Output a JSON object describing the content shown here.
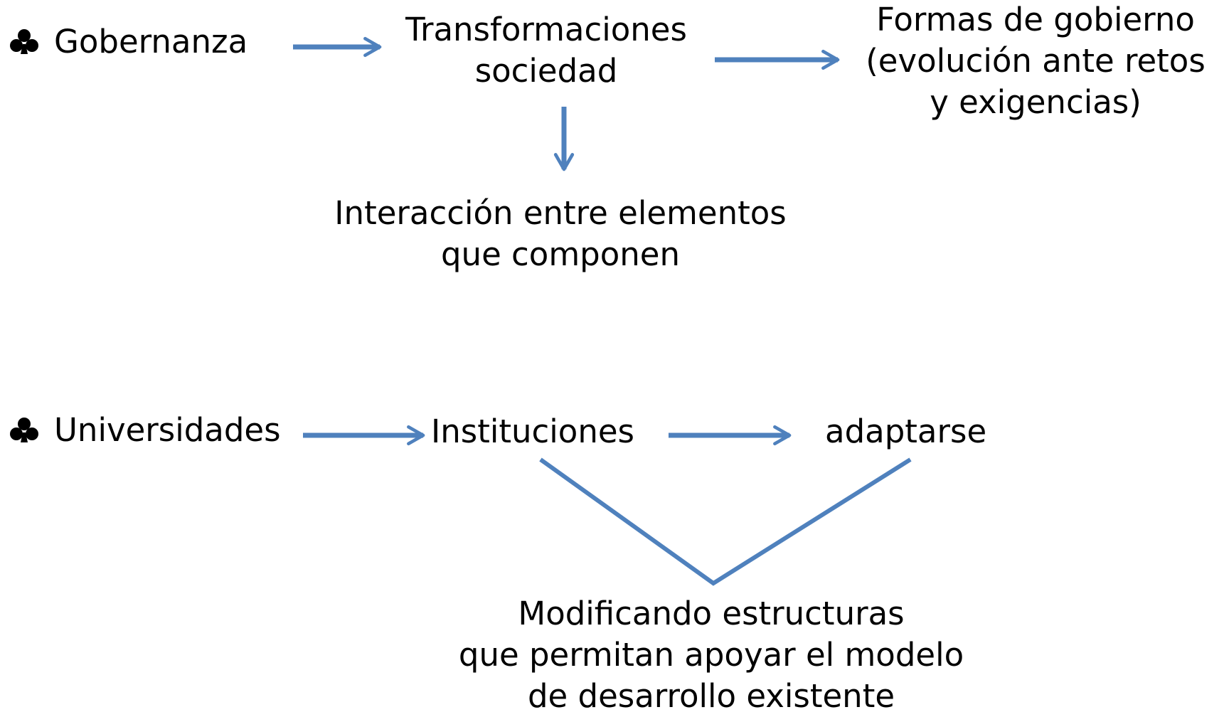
{
  "colors": {
    "arrow": "#4F81BD",
    "text": "#000000"
  },
  "icons": {
    "bullet": "club-bullet-icon"
  },
  "top_flow": {
    "start": "Gobernanza",
    "middle_line1": "Transformaciones",
    "middle_line2": "sociedad",
    "right_line1": "Formas de gobierno",
    "right_line2": "(evolución ante retos",
    "right_line3": "y exigencias)",
    "below_line1": "Interacción entre elementos",
    "below_line2": "que componen"
  },
  "bottom_flow": {
    "start": "Universidades",
    "middle": "Instituciones",
    "right": "adaptarse",
    "result_line1": "Modificando estructuras",
    "result_line2": "que permitan apoyar el modelo",
    "result_line3": "de desarrollo existente"
  }
}
